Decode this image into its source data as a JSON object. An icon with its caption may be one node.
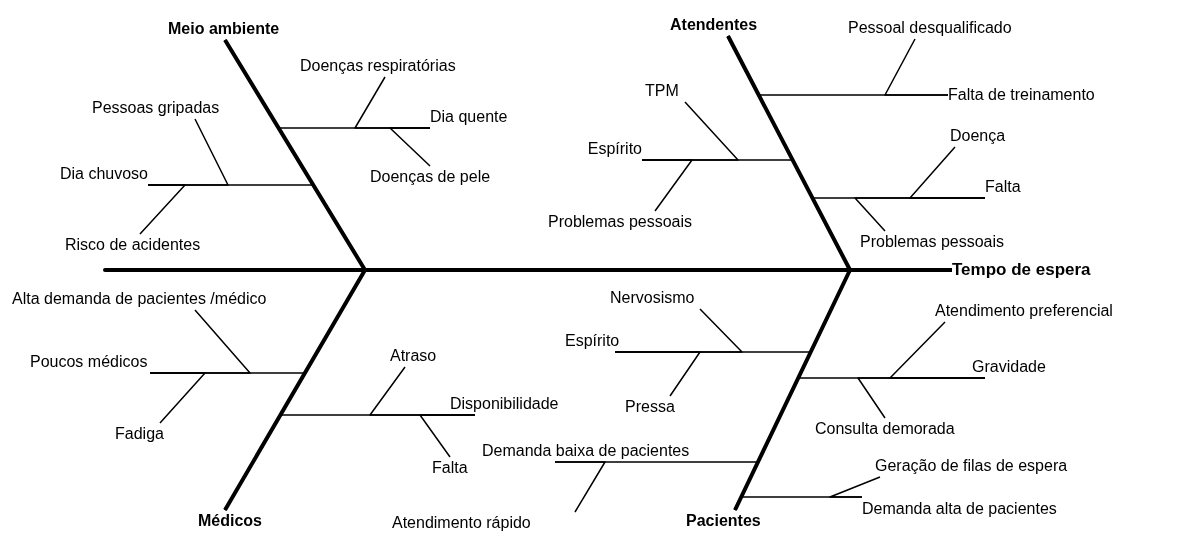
{
  "diagram": {
    "nodes": [
      {
        "text": [
          "Meio ambiente"
        ]
      },
      {
        "text": [
          "Doenças respiratórias"
        ]
      },
      {
        "text": [
          "Pessoas gripadas"
        ]
      },
      {
        "text": [
          "Dia quente"
        ]
      },
      {
        "text": [
          "Dia chuvoso"
        ]
      },
      {
        "text": [
          "Doenças de pele"
        ]
      },
      {
        "text": [
          "Risco de acidentes"
        ]
      },
      {
        "text": [
          "Atendentes"
        ]
      },
      {
        "text": [
          "Pessoal desqualificado"
        ]
      },
      {
        "text": [
          "TPM"
        ]
      },
      {
        "text": [
          "Falta de treinamento"
        ]
      },
      {
        "text": [
          "Espírito"
        ]
      },
      {
        "text": [
          "Doença"
        ]
      },
      {
        "text": [
          "Falta"
        ]
      },
      {
        "text": [
          "Problemas pessoais"
        ]
      },
      {
        "text": [
          "Problemas pessoais"
        ]
      },
      {
        "text": [
          "Tempo de espera"
        ]
      },
      {
        "text": [
          "Alta demanda de pacientes /médico"
        ]
      },
      {
        "text": [
          "Poucos médicos"
        ]
      },
      {
        "text": [
          "Atraso"
        ]
      },
      {
        "text": [
          "Disponibilidade"
        ]
      },
      {
        "text": [
          "Fadiga"
        ]
      },
      {
        "text": [
          "Falta"
        ]
      },
      {
        "text": [
          "Médicos"
        ]
      },
      {
        "text": [
          "Nervosismo"
        ]
      },
      {
        "text": [
          "Espírito"
        ]
      },
      {
        "text": [
          "Pressa"
        ]
      },
      {
        "text": [
          "Atendimento preferencial"
        ]
      },
      {
        "text": [
          "Gravidade"
        ]
      },
      {
        "text": [
          "Consulta demorada"
        ]
      },
      {
        "text": [
          "Demanda baixa de pacientes"
        ]
      },
      {
        "text": [
          "Geração de filas de espera"
        ]
      },
      {
        "text": [
          "Demanda alta de pacientes"
        ]
      },
      {
        "text": [
          "Atendimento rápido"
        ]
      },
      {
        "text": [
          "Pacientes"
        ]
      }
    ],
    "edges": [
      {
        "from": 0,
        "to": 16,
        "arrow": "none",
        "style": "thick"
      },
      {
        "from": 7,
        "to": 16,
        "arrow": "none",
        "style": "thick"
      },
      {
        "from": 23,
        "to": 16,
        "arrow": "none",
        "style": "thick"
      },
      {
        "from": 34,
        "to": 16,
        "arrow": "none",
        "style": "thick"
      },
      {
        "from": 3,
        "to": 0,
        "arrow": "none"
      },
      {
        "from": 4,
        "to": 0,
        "arrow": "none"
      },
      {
        "from": 10,
        "to": 7,
        "arrow": "none"
      },
      {
        "from": 11,
        "to": 7,
        "arrow": "none"
      },
      {
        "from": 13,
        "to": 7,
        "arrow": "none"
      },
      {
        "from": 18,
        "to": 23,
        "arrow": "none"
      },
      {
        "from": 20,
        "to": 23,
        "arrow": "none"
      },
      {
        "from": 25,
        "to": 34,
        "arrow": "none"
      },
      {
        "from": 28,
        "to": 34,
        "arrow": "none"
      },
      {
        "from": 30,
        "to": 34,
        "arrow": "none"
      },
      {
        "from": 32,
        "to": 34,
        "arrow": "none"
      },
      {
        "from": 1,
        "to": 3,
        "arrow": "none"
      },
      {
        "from": 5,
        "to": 3,
        "arrow": "none"
      },
      {
        "from": 2,
        "to": 4,
        "arrow": "none"
      },
      {
        "from": 6,
        "to": 4,
        "arrow": "none"
      },
      {
        "from": 8,
        "to": 10,
        "arrow": "none"
      },
      {
        "from": 9,
        "to": 11,
        "arrow": "none"
      },
      {
        "from": 14,
        "to": 11,
        "arrow": "none"
      },
      {
        "from": 12,
        "to": 13,
        "arrow": "none"
      },
      {
        "from": 15,
        "to": 13,
        "arrow": "none"
      },
      {
        "from": 17,
        "to": 18,
        "arrow": "none"
      },
      {
        "from": 21,
        "to": 18,
        "arrow": "none"
      },
      {
        "from": 19,
        "to": 20,
        "arrow": "none"
      },
      {
        "from": 22,
        "to": 20,
        "arrow": "none"
      },
      {
        "from": 24,
        "to": 25,
        "arrow": "none"
      },
      {
        "from": 26,
        "to": 25,
        "arrow": "none"
      },
      {
        "from": 27,
        "to": 28,
        "arrow": "none"
      },
      {
        "from": 29,
        "to": 28,
        "arrow": "none"
      },
      {
        "from": 33,
        "to": 30,
        "arrow": "none"
      },
      {
        "from": 31,
        "to": 32,
        "arrow": "none"
      }
    ]
  }
}
